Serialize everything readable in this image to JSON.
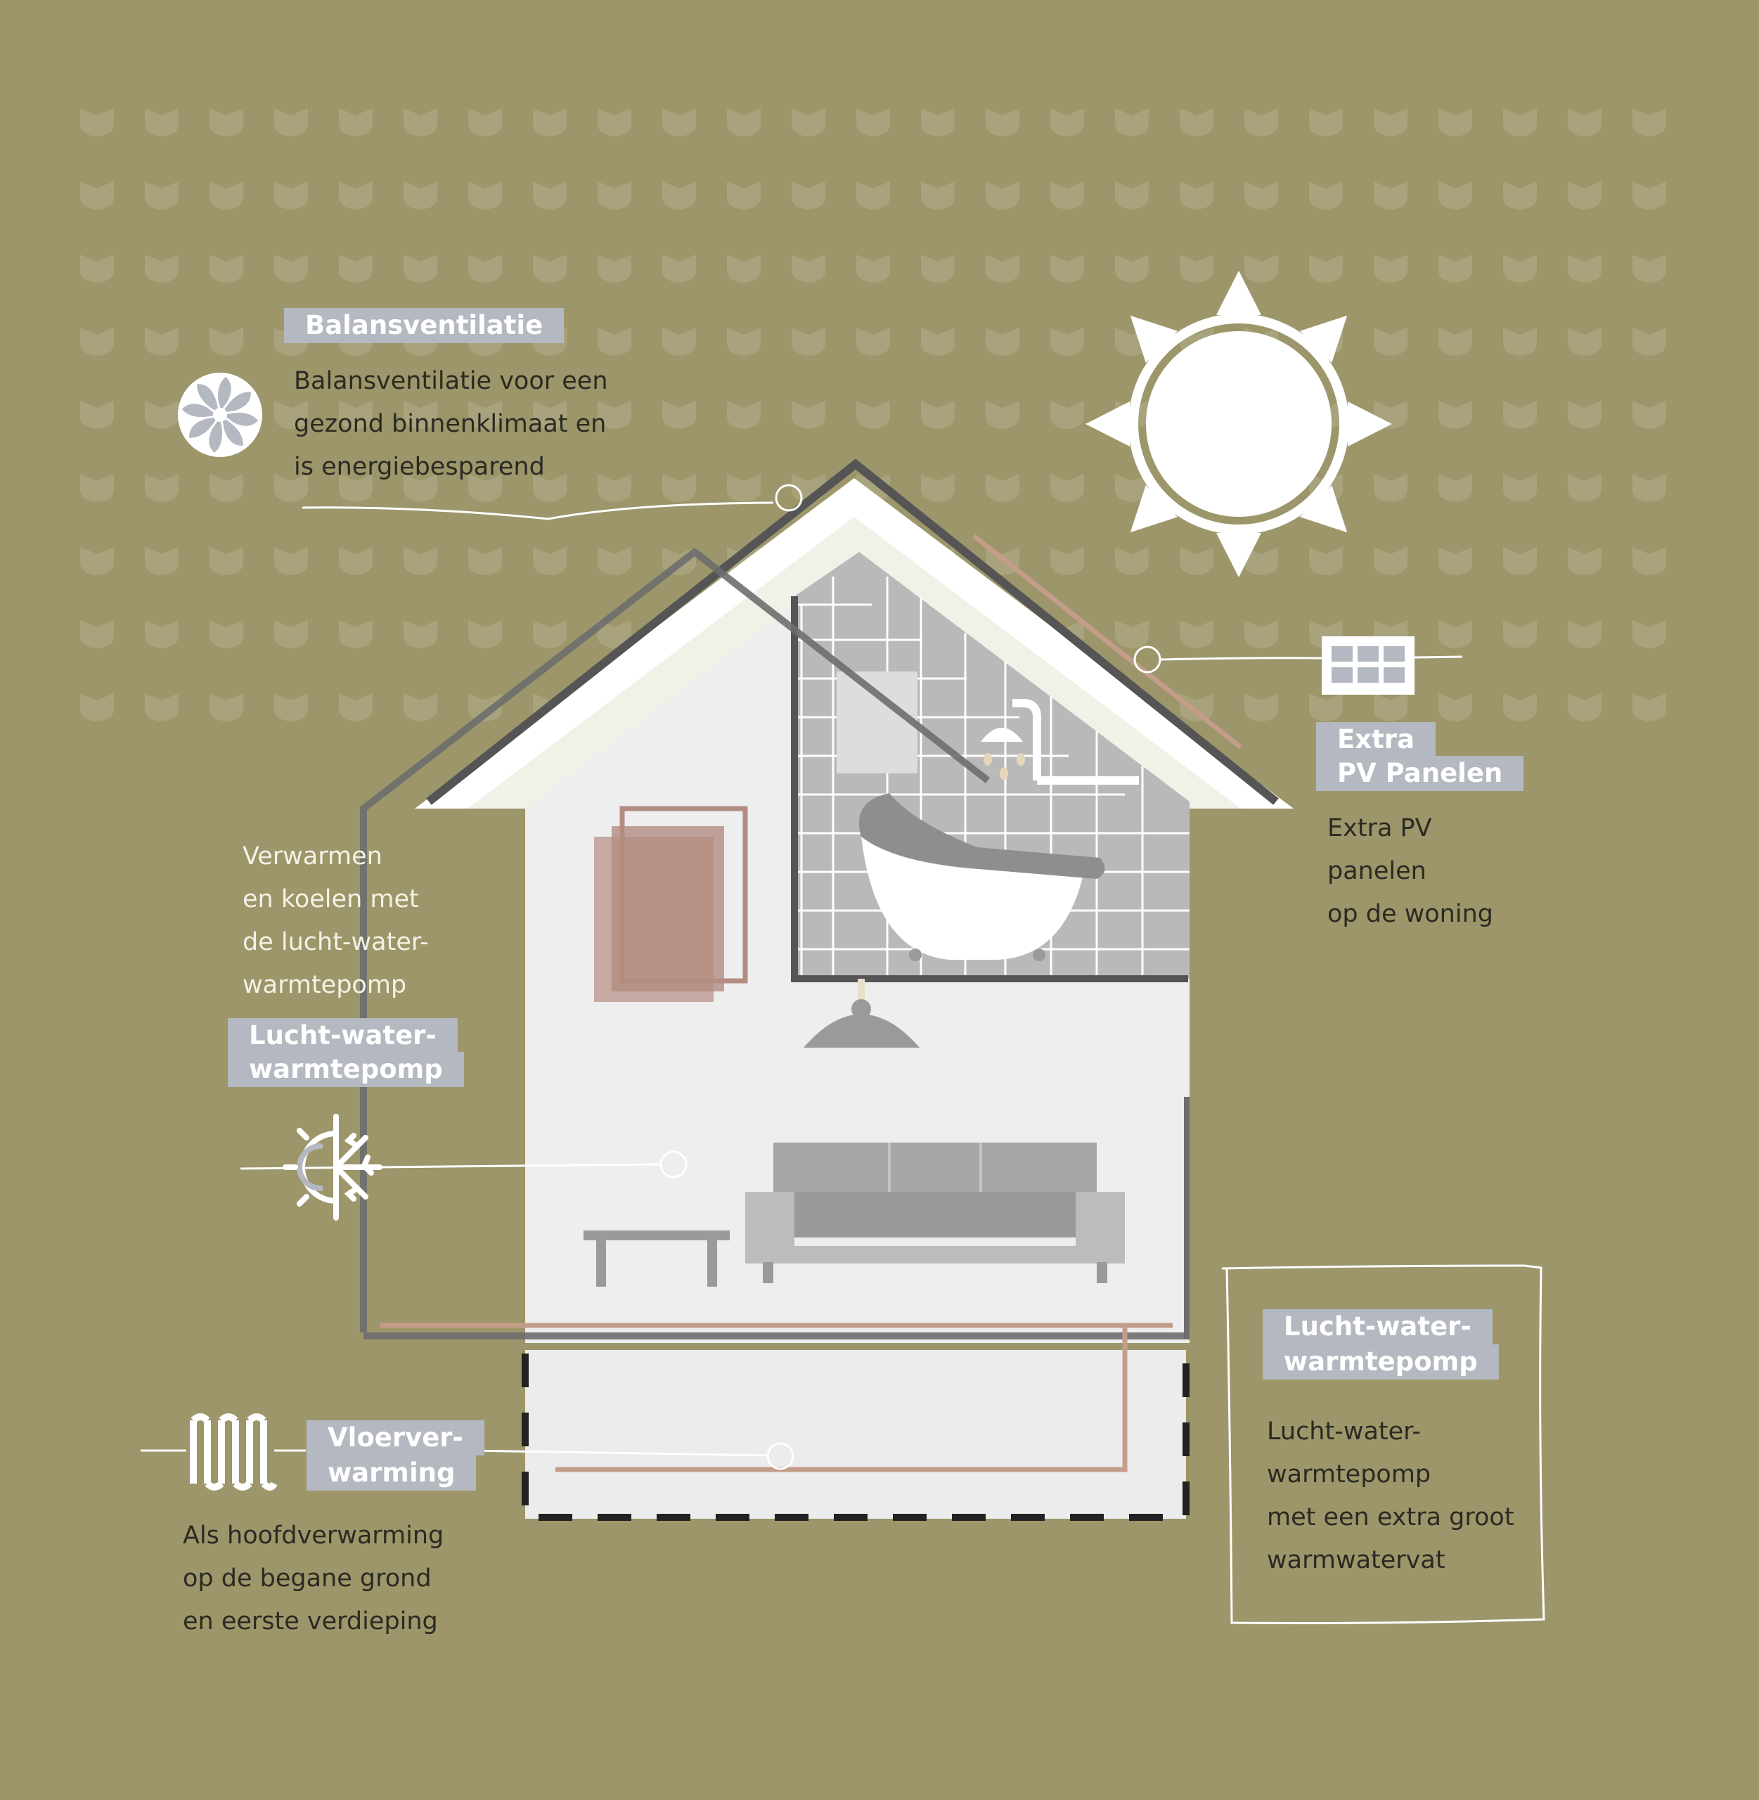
{
  "colors": {
    "background": "#9c966a",
    "label_bg": "#b4b8c0",
    "pipe": "#c49d8a",
    "dark": "#555555"
  },
  "balansventilatie": {
    "title": "Balansventilatie",
    "lines": [
      "Balansventilatie voor een",
      "gezond binnenklimaat en",
      "is energiebesparend"
    ],
    "icon": "fan-icon"
  },
  "pv": {
    "title_lines": [
      "Extra",
      "PV Panelen"
    ],
    "lines": [
      "Extra PV",
      "panelen",
      "op de woning"
    ],
    "icon": "solar-panel-icon"
  },
  "warmtepomp_left": {
    "lines": [
      "Verwarmen",
      "en koelen met",
      "de lucht-water-",
      "warmtepomp"
    ],
    "title_lines": [
      "Lucht-water-",
      "warmtepomp"
    ],
    "icon": "sun-snowflake-icon"
  },
  "vloerverwarming": {
    "title_lines": [
      "Vloerver-",
      "warming"
    ],
    "lines": [
      "Als hoofdverwarming",
      "op de begane grond",
      "en eerste verdieping"
    ],
    "icon": "radiator-icon"
  },
  "warmtepomp_right": {
    "title_lines": [
      "Lucht-water-",
      "warmtepomp"
    ],
    "lines": [
      "Lucht-water-",
      "warmtepomp",
      "met een extra groot",
      "warmwatervat"
    ]
  }
}
